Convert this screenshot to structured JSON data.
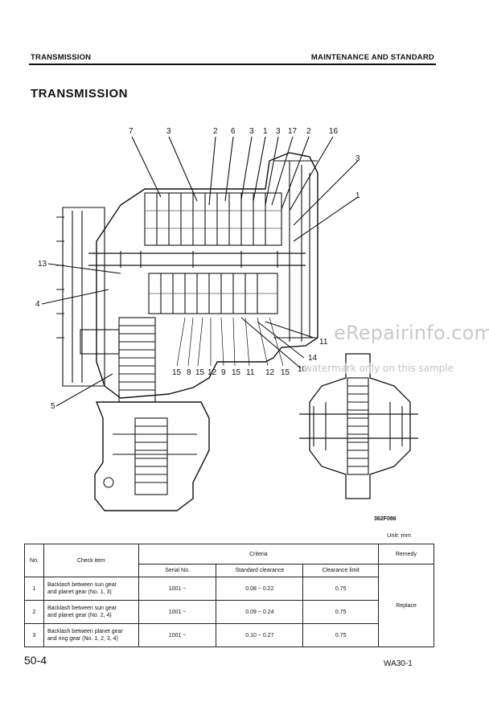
{
  "header": {
    "left": "TRANSMISSION",
    "right": "MAINTENANCE AND STANDARD"
  },
  "title": "TRANSMISSION",
  "figure": {
    "callouts": [
      "7",
      "3",
      "2",
      "6",
      "3",
      "1",
      "3",
      "17",
      "2",
      "16",
      "3",
      "1",
      "13",
      "4",
      "5",
      "11",
      "14",
      "10",
      "15",
      "8",
      "15",
      "12",
      "9",
      "15",
      "11",
      "12",
      "15"
    ],
    "code": "362F086"
  },
  "watermark": {
    "main": "eRepairinfo.com",
    "sub": "watermark only on this sample"
  },
  "unit": "Unit: mm",
  "table": {
    "headers": {
      "no": "No.",
      "item": "Check item",
      "criteria": "Criteria",
      "remedy": "Remedy"
    },
    "subheaders": {
      "serial": "Serial No.",
      "standard": "Standard clearance",
      "limit": "Clearance limit"
    },
    "rows": [
      {
        "no": "1",
        "item_line1": "Backlash between sun gear",
        "item_line2": "and planet gear (No. 1, 3)",
        "serial": "1001 ~",
        "standard": "0.08 ~ 0.22",
        "limit": "0.75"
      },
      {
        "no": "2",
        "item_line1": "Backlash between sun gear",
        "item_line2": "and planet gear (No. 2, 4)",
        "serial": "1001 ~",
        "standard": "0.09 ~ 0.24",
        "limit": "0.75"
      },
      {
        "no": "3",
        "item_line1": "Backlash between planet gear",
        "item_line2": "and ring gear (No. 1, 2, 3, 4)",
        "serial": "1001 ~",
        "standard": "0.10 ~ 0.27",
        "limit": "0.75"
      }
    ],
    "remedy": "Replace"
  },
  "footer": {
    "page": "50-4",
    "model": "WA30-1"
  }
}
